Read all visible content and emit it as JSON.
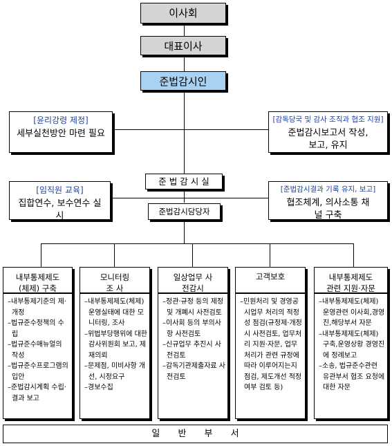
{
  "top": {
    "board": "이사회",
    "ceo": "대표이사",
    "officer": "준법감시인"
  },
  "left": [
    {
      "title": "[윤리강령 제정]",
      "body": "세부실천방안 마련 필요"
    },
    {
      "title": "[임직원 교육]",
      "body": "집합연수, 보수연수 실시"
    }
  ],
  "right": [
    {
      "title": "[감독당국 및 감사 조직과 협조 지원]",
      "body": "준법감시보고서 작성, 보고, 유지"
    },
    {
      "title": "[준법감시결과 기록 유지, 보고]",
      "body": "협조체계, 의사소통 채널 구축"
    }
  ],
  "center": {
    "office": "준 법 감 시 실",
    "staff": "준법감시담당자"
  },
  "columns": [
    {
      "title": "내부통제제도 (체제) 구축",
      "items": [
        "–내부통제기준의 제·개정",
        "–법규준수정책의 수립",
        "–법규준수매뉴얼의 작성",
        "–법규준수프로그램의 입안",
        "–준법감시계획 수립·결과 보고"
      ]
    },
    {
      "title": "모니터링 조 사",
      "items": [
        "–내부통제제도(체제)운영실태에 대한 모니터링, 조사",
        "–위법부당행위에 대한 감사위원회 보고, 제재의뢰",
        "–문제점, 미비사항 개선, 시정요구",
        "–경보수집"
      ]
    },
    {
      "title": "일상업무 사전감시",
      "items": [
        "–정관·규정 등의 제정 및 개폐시 사전검토",
        "–이사회 등의 부의사항 사전검토",
        "–신규업무 추진시 사전검토",
        "–감독기관제출자료 사전검토"
      ]
    },
    {
      "title": "고객보호",
      "items": [
        "–민원처리 및 경영공시업무 처리의 적정성 점검(규정제·개정시 사전검토, 업무처리 지원·자문, 업무처리가 관련 규정에 따라 이루어지는지 점검, 제도개선 적정여부 검토 등)"
      ]
    },
    {
      "title": "내부통제제도 관련 지원·자문",
      "items": [
        "–내부통제제도(체제) 운영관련 이사회,경영진,해당부서 자문",
        "–내부통제제도(체제) 구축,운영상황 경영진에 정례보고",
        "–소송, 법규준수관련 유관부서 협조 요청에 대한 자문"
      ]
    }
  ],
  "bottom": {
    "general": "일 반 부 서"
  }
}
